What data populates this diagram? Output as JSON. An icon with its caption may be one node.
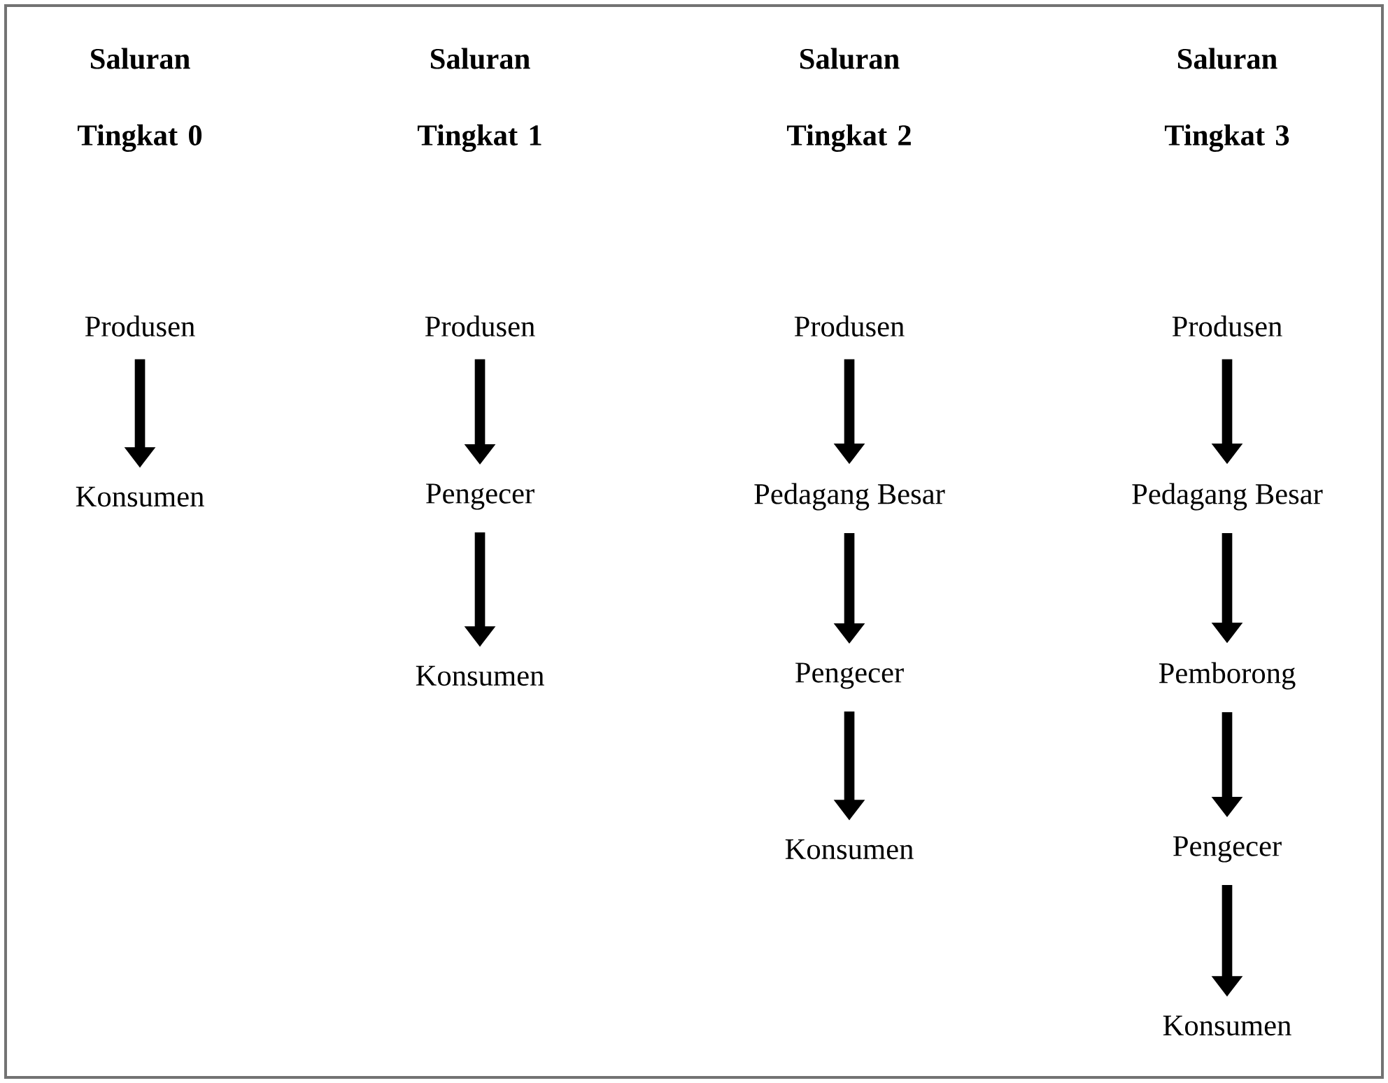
{
  "diagram": {
    "nodes": [
      {
        "text": [
          "Produsen"
        ]
      },
      {
        "text": [
          "Konsumen"
        ]
      },
      {
        "text": [
          "Produsen"
        ]
      },
      {
        "text": [
          "Pengecer"
        ]
      },
      {
        "text": [
          "Konsumen"
        ]
      },
      {
        "text": [
          "Produsen"
        ]
      },
      {
        "text": [
          "Pedagang Besar"
        ]
      },
      {
        "text": [
          "Pengecer"
        ]
      },
      {
        "text": [
          "Konsumen"
        ]
      },
      {
        "text": [
          "Produsen"
        ]
      },
      {
        "text": [
          "Pedagang Besar"
        ]
      },
      {
        "text": [
          "Pemborong"
        ]
      },
      {
        "text": [
          "Pengecer"
        ]
      },
      {
        "text": [
          "Konsumen"
        ]
      }
    ],
    "edges": [
      {
        "from": 0,
        "to": 1,
        "arrow": "to"
      },
      {
        "from": 2,
        "to": 3,
        "arrow": "to"
      },
      {
        "from": 3,
        "to": 4,
        "arrow": "to"
      },
      {
        "from": 5,
        "to": 6,
        "arrow": "to"
      },
      {
        "from": 6,
        "to": 7,
        "arrow": "to"
      },
      {
        "from": 7,
        "to": 8,
        "arrow": "to"
      },
      {
        "from": 9,
        "to": 10,
        "arrow": "to"
      },
      {
        "from": 10,
        "to": 11,
        "arrow": "to"
      },
      {
        "from": 11,
        "to": 12,
        "arrow": "to"
      },
      {
        "from": 12,
        "to": 13,
        "arrow": "to"
      }
    ],
    "labels": [
      "Saluran Tingkat 0",
      "Saluran Tingkat 1",
      "Saluran Tingkat 2",
      "Saluran Tingkat 3"
    ]
  }
}
